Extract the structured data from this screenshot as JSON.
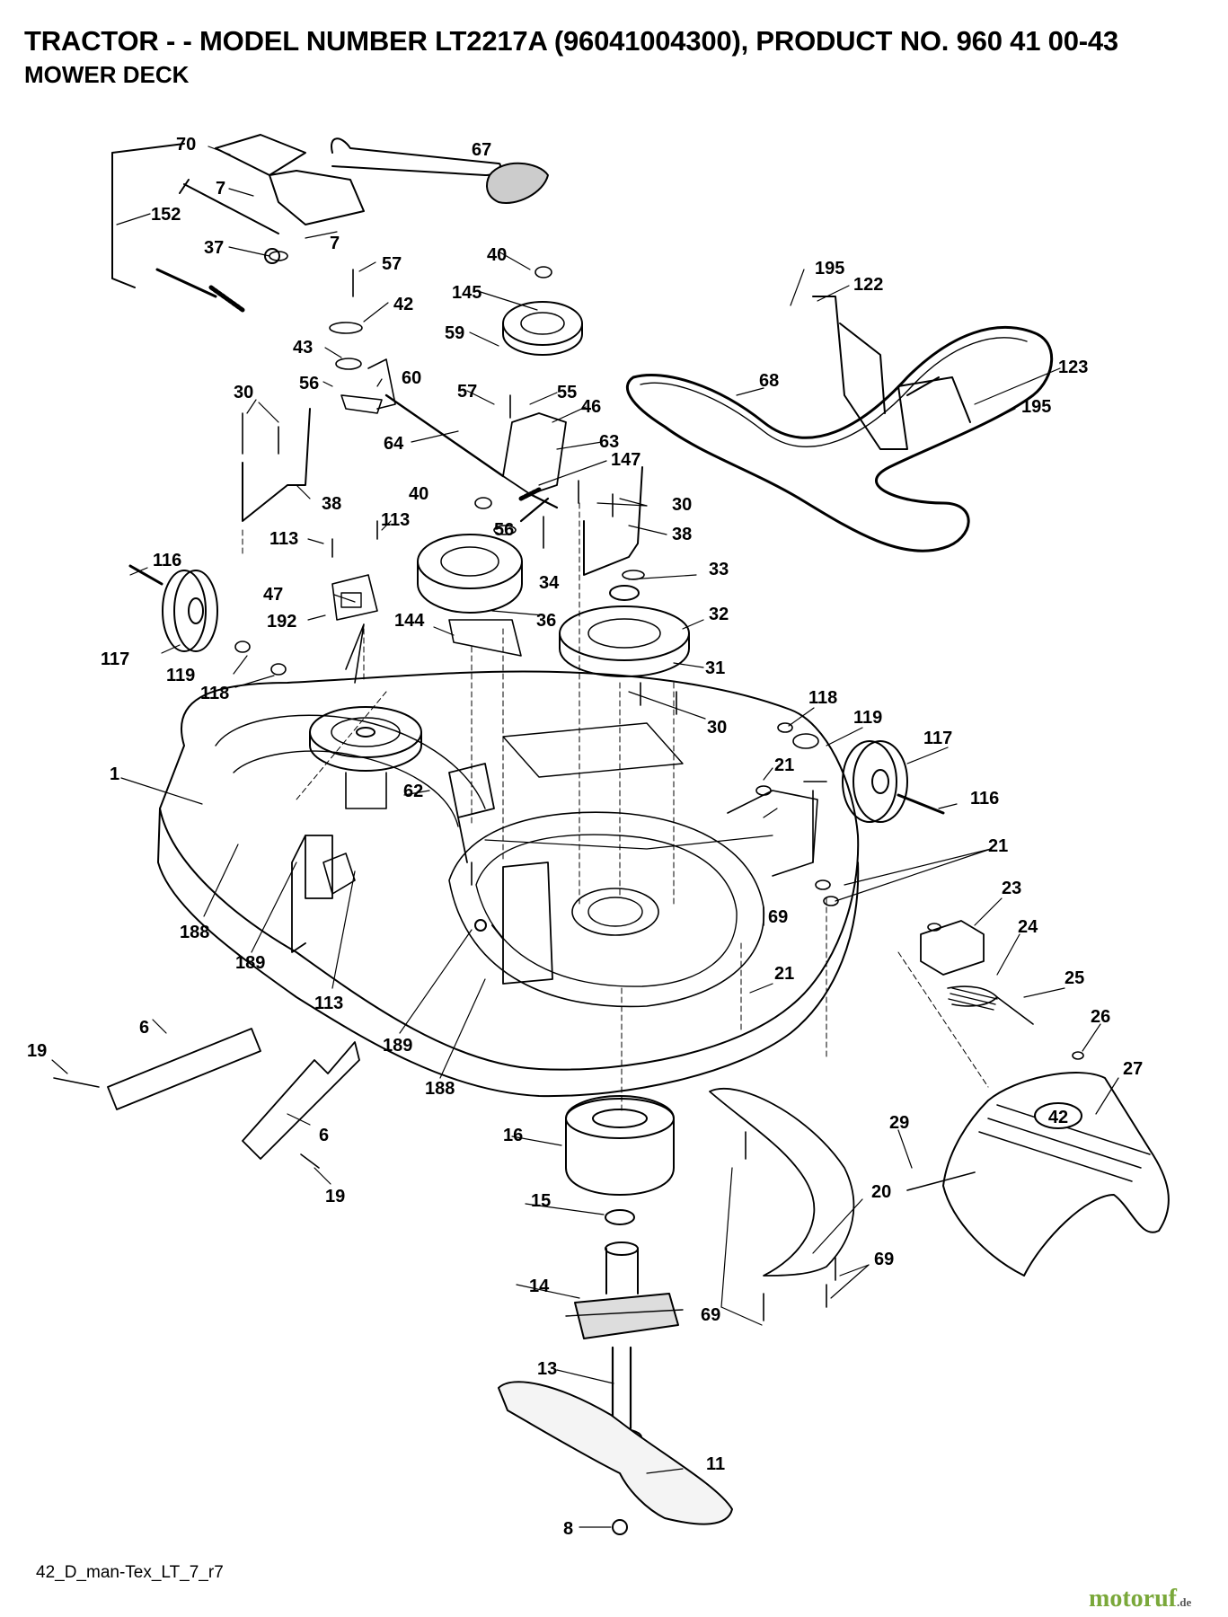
{
  "header": {
    "title": "TRACTOR - - MODEL NUMBER LT2217A (96041004300), PRODUCT NO. 960 41 00-43",
    "subtitle": "MOWER DECK"
  },
  "footer": {
    "drawing_ref": "42_D_man-Tex_LT_7_r7",
    "watermark": "motoruf",
    "watermark_tld": ".de"
  },
  "deck_badge": "42",
  "callouts": [
    "70",
    "67",
    "7",
    "7",
    "152",
    "37",
    "57",
    "42",
    "43",
    "60",
    "56",
    "64",
    "40",
    "145",
    "59",
    "57",
    "55",
    "46",
    "63",
    "147",
    "195",
    "122",
    "68",
    "123",
    "195",
    "30",
    "38",
    "40",
    "56",
    "30",
    "38",
    "113",
    "113",
    "34",
    "33",
    "32",
    "36",
    "144",
    "116",
    "47",
    "192",
    "117",
    "119",
    "118",
    "31",
    "30",
    "118",
    "119",
    "117",
    "116",
    "1",
    "21",
    "62",
    "188",
    "189",
    "113",
    "21",
    "23",
    "24",
    "69",
    "21",
    "25",
    "189",
    "188",
    "26",
    "27",
    "6",
    "19",
    "6",
    "19",
    "29",
    "16",
    "15",
    "14",
    "20",
    "69",
    "69",
    "13",
    "11",
    "8"
  ]
}
